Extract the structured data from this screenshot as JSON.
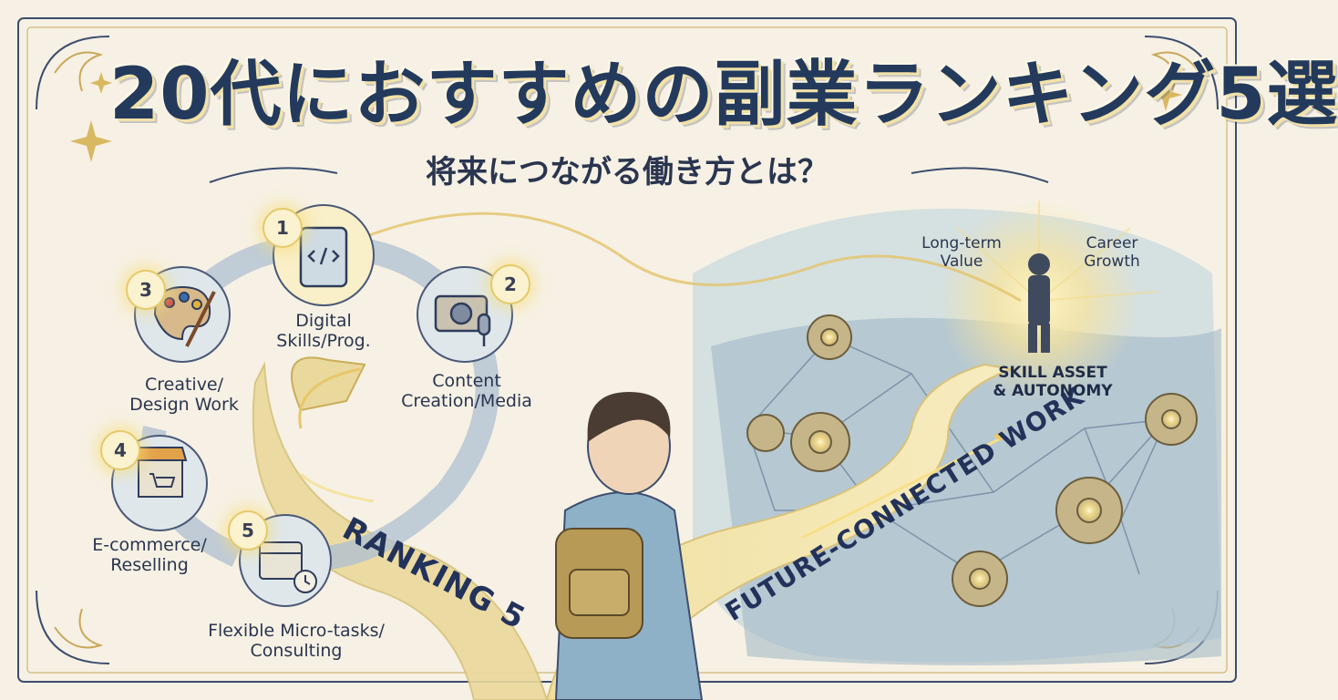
{
  "title": "20代におすすめの副業ランキング5選",
  "subtitle": "将来につながる働き方とは？",
  "colors": {
    "background": "#f6f1e4",
    "navy": "#233a5c",
    "gold": "#e5c96a",
    "glow": "#fbe9a3",
    "sky": "#b9cfd9"
  },
  "items": [
    {
      "rank": "1",
      "label_line1": "Digital",
      "label_line2": "Skills/Prog.",
      "icon": "tablet-code-icon"
    },
    {
      "rank": "2",
      "label_line1": "Content",
      "label_line2": "Creation/Media",
      "icon": "camera-microphone-icon"
    },
    {
      "rank": "3",
      "label_line1": "Creative/",
      "label_line2": "Design Work",
      "icon": "palette-brush-icon"
    },
    {
      "rank": "4",
      "label_line1": "E-commerce/",
      "label_line2": "Reselling",
      "icon": "storefront-cart-icon"
    },
    {
      "rank": "5",
      "label_line1": "Flexible Micro-tasks/",
      "label_line2": "Consulting",
      "icon": "calendar-clock-icon"
    }
  ],
  "path_labels": {
    "ranking": "RANKING 5",
    "future": "FUTURE-CONNECTED WORK"
  },
  "goal": {
    "skill_line1": "SKILL ASSET",
    "skill_line2": "& AUTONOMY",
    "value_line1": "Long-term",
    "value_line2": "Value",
    "growth_line1": "Career",
    "growth_line2": "Growth"
  }
}
